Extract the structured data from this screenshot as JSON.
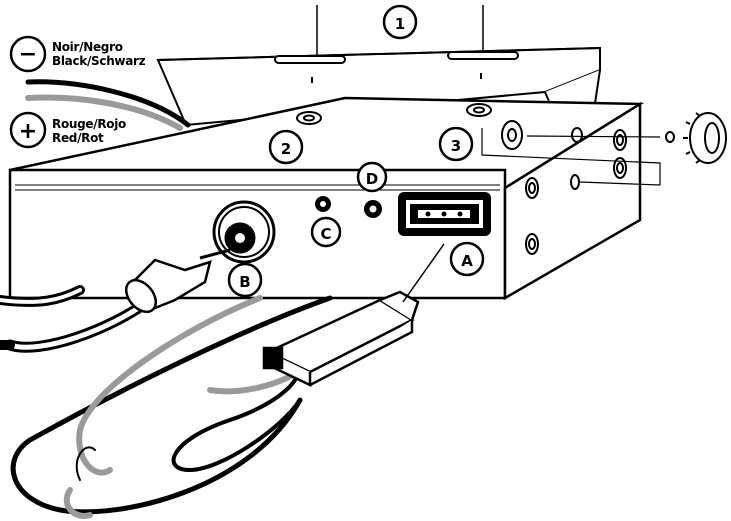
{
  "wires": {
    "negative": {
      "symbol": "−",
      "line1": "Noir/Negro",
      "line2": "Black/Schwarz"
    },
    "positive": {
      "symbol": "+",
      "line1": "Rouge/Rojo",
      "line2": "Red/Rot"
    }
  },
  "numbers": {
    "n1": "1",
    "n2": "2",
    "n3": "3"
  },
  "letters": {
    "a": "A",
    "b": "B",
    "c": "C",
    "d": "D"
  },
  "colors": {
    "ink": "#000000",
    "grey_wire": "#9a9a9a",
    "background": "#ffffff"
  }
}
